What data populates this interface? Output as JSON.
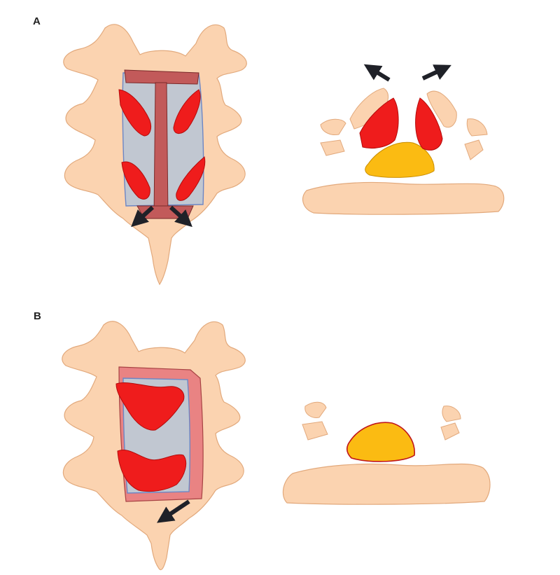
{
  "panels": [
    {
      "label": "A"
    },
    {
      "label": "B"
    }
  ],
  "colors": {
    "bone": "#fbd3b0",
    "bone_outline": "#e2a97c",
    "dura_red": "#ef1c1c",
    "dura_red_outline": "#b30b0b",
    "lamina_plate": "#c1c7d1",
    "plate_outline": "#6d86c4",
    "hinge_band": "#c25a5a",
    "hinge_band_light": "#e98383",
    "spinal_cord": "#fbbb12",
    "arrow": "#1f2128"
  },
  "icons": [
    "vertebra-posterior-view",
    "axial-cross-section",
    "expansion-arrow"
  ]
}
